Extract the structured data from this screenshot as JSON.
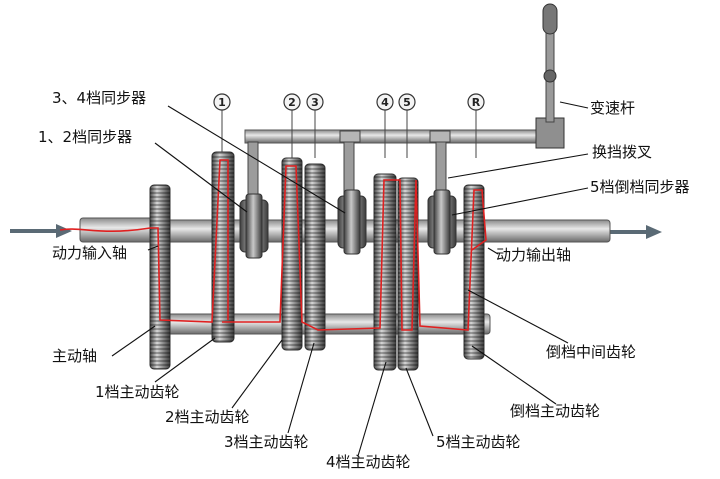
{
  "labels": {
    "sync34": "3、4档同步器",
    "sync12": "1、2档同步器",
    "shift_lever": "变速杆",
    "shift_fork": "换挡拨叉",
    "sync5r": "5档倒档同步器",
    "input_shaft": "动力输入轴",
    "output_shaft": "动力输出轴",
    "main_shaft": "主动轴",
    "reverse_idler": "倒档中间齿轮",
    "gear1": "1档主动齿轮",
    "gear2": "2档主动齿轮",
    "gear3": "3档主动齿轮",
    "gear4": "4档主动齿轮",
    "gear5": "5档主动齿轮",
    "reverse_drive": "倒档主动齿轮"
  },
  "gear_markers": [
    "1",
    "2",
    "3",
    "4",
    "5",
    "R"
  ],
  "colors": {
    "power_flow": "#e02020",
    "arrow": "#5a6a75",
    "steel_dark": "#5b5b5b",
    "steel_light": "#d8d8d8",
    "leader": "#111111"
  }
}
